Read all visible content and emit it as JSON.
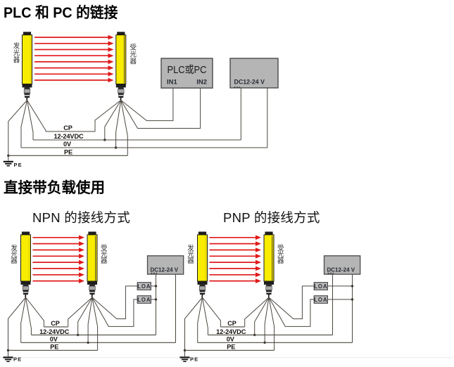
{
  "page": {
    "background": "#ffffff"
  },
  "colors": {
    "beam_red": "#e01b1b",
    "curtain_yellow": "#f8ec00",
    "box_gray": "#b5b5b5",
    "load_box_gray": "#bdbdbd",
    "wire_gray": "#4c473f",
    "heading_black": "#000000"
  },
  "sections": {
    "plc_pc": {
      "title": "PLC 和 PC 的链接",
      "diagram": {
        "emitter_label": "发光器",
        "receiver_label": "受光器",
        "plc_box": {
          "title": "PLC或PC",
          "in1": "IN1",
          "in2": "IN2"
        },
        "power_box": {
          "label": "DC12-24 V"
        },
        "bus": {
          "cp": "CP",
          "vdc": "12-24VDC",
          "zero_v": "0V",
          "pe": "PE"
        },
        "ground_label": "PE"
      }
    },
    "direct_load": {
      "title": "直接带负载使用",
      "npn": {
        "title": "NPN 的接线方式",
        "diagram": {
          "emitter_label": "发光器",
          "receiver_label": "受光器",
          "power_box": {
            "label": "DC12-24 V"
          },
          "load1": "LOA",
          "load2": "LOA",
          "bus": {
            "cp": "CP",
            "vdc": "12-24VDC",
            "zero_v": "0V",
            "pe": "PE"
          },
          "ground_label": "PE"
        }
      },
      "pnp": {
        "title": "PNP 的接线方式",
        "diagram": {
          "emitter_label": "发光器",
          "receiver_label": "受光器",
          "power_box": {
            "label": "DC12-24 V"
          },
          "load1": "LOA",
          "load2": "LOA",
          "bus": {
            "cp": "CP",
            "vdc": "12-24VDC",
            "zero_v": "0V",
            "pe": "PE"
          },
          "ground_label": "PE"
        }
      }
    }
  }
}
